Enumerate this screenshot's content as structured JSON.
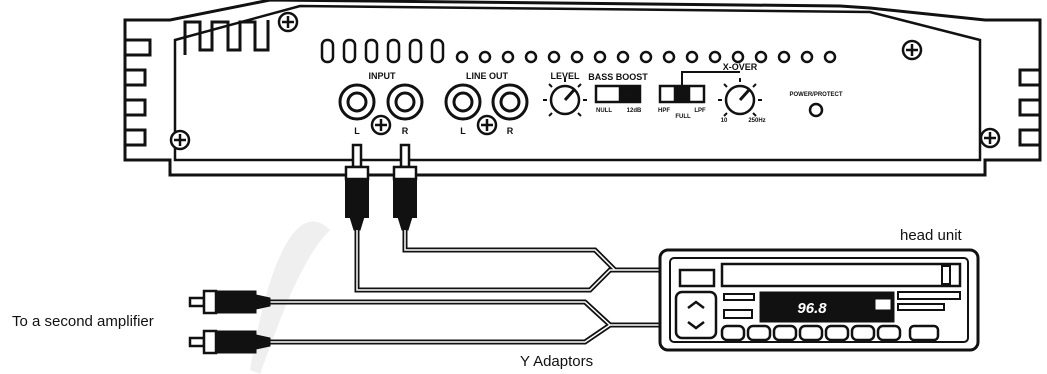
{
  "amplifier": {
    "input_label": "INPUT",
    "line_out_label": "LINE OUT",
    "level_label": "LEVEL",
    "bass_boost_label": "BASS BOOST",
    "bass_boost_left": "NULL",
    "bass_boost_right": "12dB",
    "x_over_label": "X-OVER",
    "x_over_left": "HPF",
    "x_over_mid": "FULL",
    "x_over_right": "LPF",
    "x_over_knob_left": "10",
    "x_over_knob_right": "250Hz",
    "power_protect_label": "POWER/PROTECT",
    "input_l": "L",
    "input_r": "R",
    "lineout_l": "L",
    "lineout_r": "R"
  },
  "head_unit": {
    "label": "head unit",
    "display": "96.8"
  },
  "labels": {
    "second_amplifier": "To a second amplifier",
    "y_adaptors": "Y Adaptors"
  }
}
